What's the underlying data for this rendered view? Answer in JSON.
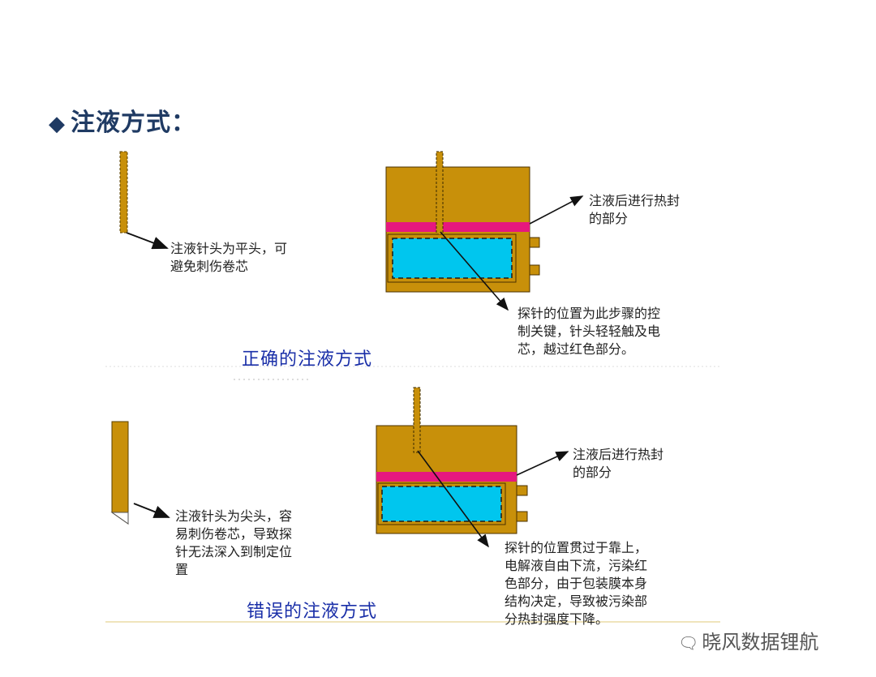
{
  "title": "注液方式：",
  "title_marker": "◆",
  "correct": {
    "needle_note": [
      "注液针头为平头，可",
      "避免刺伤卷芯"
    ],
    "seal_note": [
      "注液后进行热封",
      "的部分"
    ],
    "probe_note": [
      "探针的位置为此步骤的控",
      "制关键，针头轻轻触及电",
      "芯，越过红色部分。"
    ],
    "caption": "正确的注液方式"
  },
  "wrong": {
    "needle_note": [
      "注液针头为尖头，容",
      "易刺伤卷芯，导致探",
      "针无法深入到制定位",
      "置"
    ],
    "seal_note": [
      "注液后进行热封",
      "的部分"
    ],
    "probe_note": [
      "探针的位置贯过于靠上，",
      "电解液自由下流，污染红",
      "色部分，由于包装膜本身",
      "结构决定，导致被污染部",
      "分热封强度下降。"
    ],
    "caption": "错误的注液方式"
  },
  "watermark": "晓风数据锂航",
  "colors": {
    "package": "#c8900a",
    "seal": "#e6187e",
    "core": "#00c6ee",
    "title": "#1f3a63",
    "caption": "#1a2fa8"
  }
}
